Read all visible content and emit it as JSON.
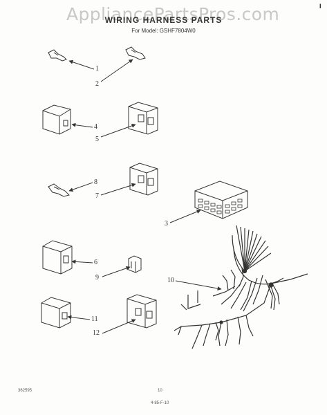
{
  "header": {
    "watermark": "AppliancePartsPros.com",
    "title": "WIRING HARNESS PARTS",
    "subtitle": "For Model: GSHF7804W0",
    "corner_mark": "I"
  },
  "callouts": [
    {
      "id": "c1",
      "label": "1"
    },
    {
      "id": "c2",
      "label": "2"
    },
    {
      "id": "c4",
      "label": "4"
    },
    {
      "id": "c5",
      "label": "5"
    },
    {
      "id": "c8",
      "label": "8"
    },
    {
      "id": "c7",
      "label": "7"
    },
    {
      "id": "c3",
      "label": "3"
    },
    {
      "id": "c6",
      "label": "6"
    },
    {
      "id": "c9",
      "label": "9"
    },
    {
      "id": "c10",
      "label": "10"
    },
    {
      "id": "c11",
      "label": "11"
    },
    {
      "id": "c12",
      "label": "12"
    }
  ],
  "footer": {
    "left_code": "362595",
    "page_number": "10",
    "bottom_code": "4-85-F-10"
  }
}
